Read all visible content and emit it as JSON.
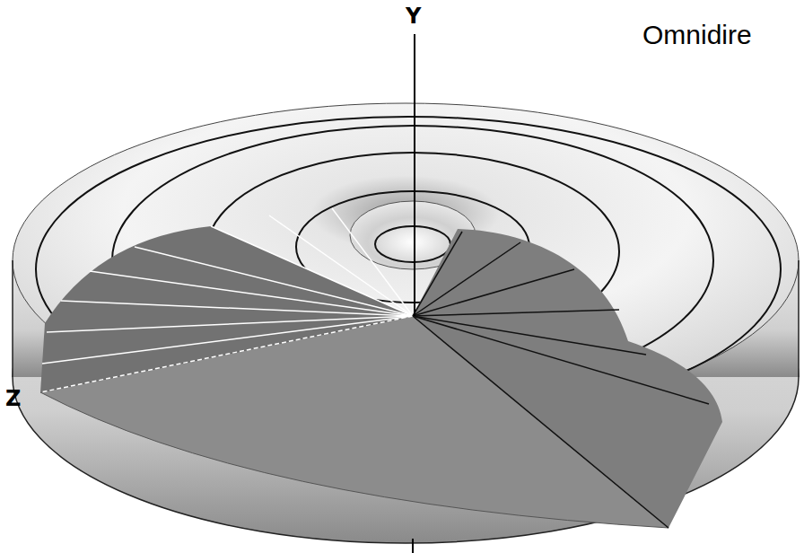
{
  "diagram": {
    "labels": [
      "Y",
      "Z",
      "Omnidire"
    ]
  }
}
